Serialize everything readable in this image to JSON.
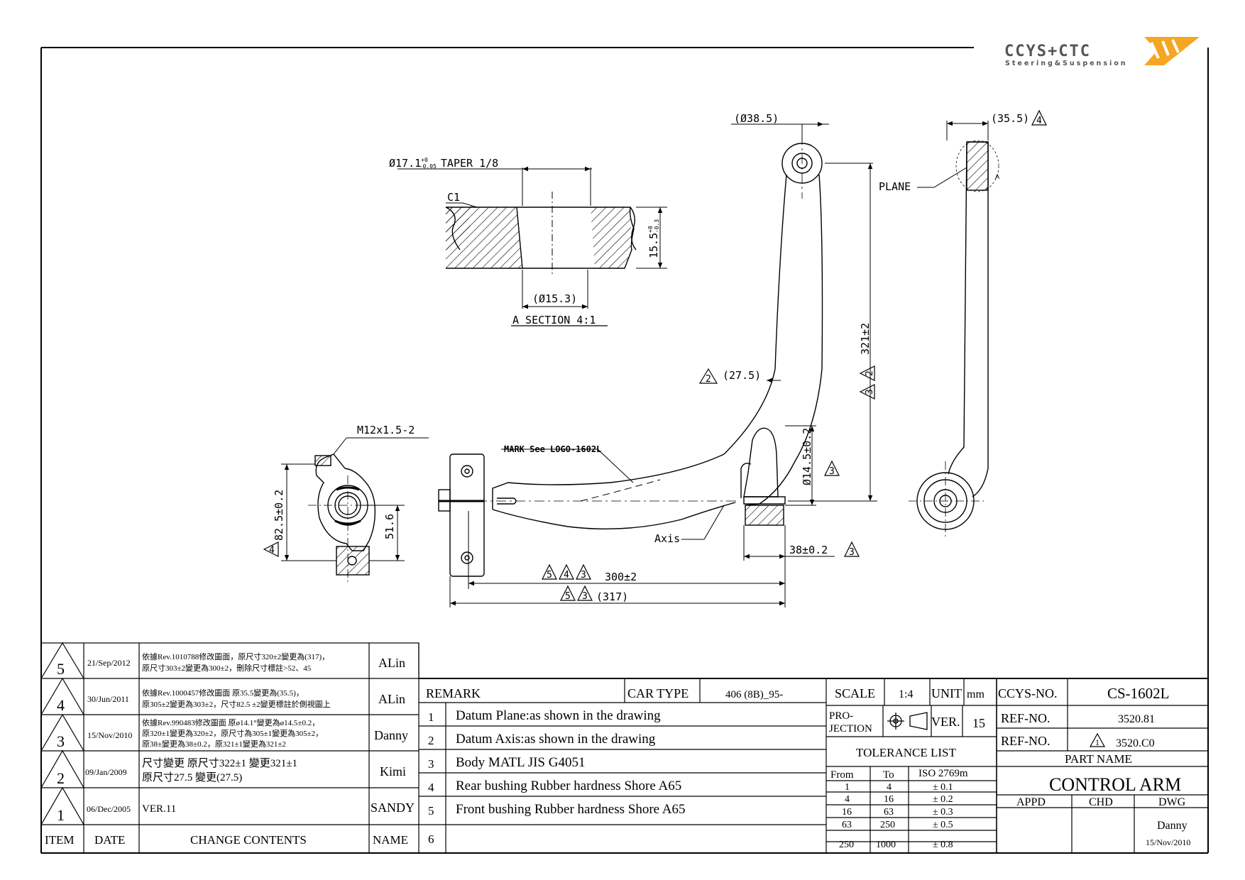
{
  "logo": {
    "brand": "CCYS+CTC",
    "tagline": "Steering&Suspension",
    "accent": "#f5a623",
    "text_color": "#555555"
  },
  "section": {
    "taper": "Ø17.1",
    "taper_tol_upper": "+0",
    "taper_tol_lower": "-0.05",
    "taper_suffix": "TAPER 1/8",
    "chamfer": "C1",
    "height": "15.5",
    "height_tol_upper": "+0",
    "height_tol_lower": "-0.3",
    "bottom_dia": "(Ø15.3)",
    "title": "A SECTION 4:1"
  },
  "main_view": {
    "top_dia": "(Ø38.5)",
    "bend_rev": "2",
    "bend": "(27.5)",
    "height_revs": [
      "3",
      "2"
    ],
    "height": "321±2",
    "bush_dia": "Ø14.5±0.2",
    "bush_dia_rev": "3",
    "mark_label": "MARK See LOGO-1602L",
    "axis_label": "Axis",
    "bush_width": "38±0.2",
    "bush_width_rev": "3",
    "length_revs": [
      "5",
      "4",
      "3"
    ],
    "length": "300±2",
    "length_ref_revs": [
      "5",
      "3"
    ],
    "length_ref": "(317)"
  },
  "side_view": {
    "width": "(35.5)",
    "width_rev": "4",
    "plane_label": "PLANE",
    "section_letter": "A"
  },
  "end_view": {
    "thread": "M12x1.5-2",
    "height": "82.5±0.2",
    "height_rev": "4",
    "offset": "51.6"
  },
  "revisions": {
    "headers": [
      "ITEM",
      "DATE",
      "CHANGE CONTENTS",
      "NAME"
    ],
    "rows": [
      {
        "item": "5",
        "date": "21/Sep/2012",
        "lines": [
          "依據Rev.1010788修改圖面，原尺寸320±2變更為(317)，",
          "原尺寸303±2變更為300±2，刪除尺寸標註>52、45"
        ],
        "name": "ALin"
      },
      {
        "item": "4",
        "date": "30/Jun/2011",
        "lines": [
          "依據Rev.1000457修改圖面 原35.5變更為(35.5)，",
          "原305±2變更為303±2，尺寸82.5 ±2變更標註於側視圖上"
        ],
        "name": "ALin"
      },
      {
        "item": "3",
        "date": "15/Nov/2010",
        "lines": [
          "依據Rev.990483修改圖面 原ø14.1°變更為ø14.5±0.2，",
          "原320±1變更為320±2，原尺寸為305±1變更為305±2，",
          "原38±變更為38±0.2，原321±1變更為321±2"
        ],
        "name": "Danny"
      },
      {
        "item": "2",
        "date": "09/Jan/2009",
        "lines": [
          "尺寸變更 原尺寸322±1 變更321±1",
          "原尺寸27.5 變更(27.5)"
        ],
        "name": "Kimi"
      },
      {
        "item": "1",
        "date": "06/Dec/2005",
        "lines": [
          "VER.11"
        ],
        "name": "SANDY"
      }
    ]
  },
  "remarks": {
    "title": "REMARK",
    "car_type_label": "CAR TYPE",
    "car_type": "406 (8B)_95-",
    "items": [
      {
        "num": "1",
        "text": "Datum Plane:as shown in the drawing"
      },
      {
        "num": "2",
        "text": "Datum Axis:as shown in the drawing"
      },
      {
        "num": "3",
        "text": "Body MATL JIS G4051"
      },
      {
        "num": "4",
        "text": "Rear bushing Rubber hardness Shore A65"
      },
      {
        "num": "5",
        "text": "Front bushing Rubber hardness Shore A65"
      },
      {
        "num": "6",
        "text": ""
      }
    ]
  },
  "title_block": {
    "scale_label": "SCALE",
    "scale": "1:4",
    "unit_label": "UNIT",
    "unit": "mm",
    "projection_label_1": "PRO-",
    "projection_label_2": "JECTION",
    "ver_label": "VER.",
    "ver": "15",
    "tolerance_title": "TOLERANCE LIST",
    "tolerance_headers": [
      "From",
      "To",
      "ISO 2769m"
    ],
    "tolerances": [
      [
        "1",
        "4",
        "± 0.1"
      ],
      [
        "4",
        "16",
        "± 0.2"
      ],
      [
        "16",
        "63",
        "± 0.3"
      ],
      [
        "63",
        "250",
        "± 0.5"
      ],
      [
        "250",
        "1000",
        "± 0.8"
      ]
    ],
    "ccys_label": "CCYS-NO.",
    "ccys_no": "CS-1602L",
    "ref_label": "REF-NO.",
    "ref_no": "3520.81",
    "ref_label_2": "REF-NO.",
    "ref_no_2_rev": "1",
    "ref_no_2": "3520.C0",
    "part_name_label": "PART NAME",
    "part_name": "CONTROL ARM",
    "appd_label": "APPD",
    "chd_label": "CHD",
    "dwg_label": "DWG",
    "drawn_by": "Danny",
    "drawn_date": "15/Nov/2010"
  }
}
